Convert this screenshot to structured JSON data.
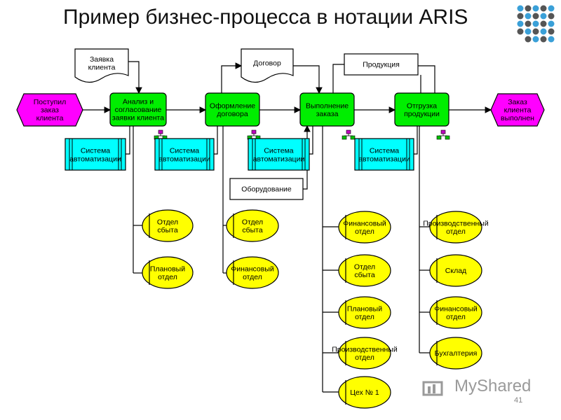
{
  "title": "Пример бизнес-процесса в нотации ARIS",
  "page_number": "41",
  "watermark": "MyShared",
  "colors": {
    "event": "#ff00ff",
    "function": "#00ee00",
    "system": "#00ffff",
    "org_unit": "#ffff00",
    "document": "#ffffff",
    "logo_blue": "#3aa0d8",
    "logo_gray": "#555555"
  },
  "events": [
    {
      "id": "ev-start",
      "lines": [
        "Поступил",
        "заказ",
        "клиента"
      ]
    },
    {
      "id": "ev-end",
      "lines": [
        "Заказ",
        "клиента",
        "выполнен"
      ]
    }
  ],
  "functions": [
    {
      "id": "fn-analysis",
      "lines": [
        "Анализ и",
        "согласование",
        "заявки клиента"
      ]
    },
    {
      "id": "fn-contract",
      "lines": [
        "Оформление",
        "договора"
      ]
    },
    {
      "id": "fn-execute",
      "lines": [
        "Выполнение",
        "заказа"
      ]
    },
    {
      "id": "fn-ship",
      "lines": [
        "Отгрузка",
        "продукции"
      ]
    }
  ],
  "documents": [
    {
      "id": "doc-request",
      "lines": [
        "Заявка",
        "клиента"
      ]
    },
    {
      "id": "doc-contract",
      "lines": [
        "Договор"
      ]
    },
    {
      "id": "doc-product",
      "lines": [
        "Продукция"
      ]
    },
    {
      "id": "doc-equipment",
      "lines": [
        "Оборудование"
      ]
    }
  ],
  "systems": [
    {
      "id": "sys-1",
      "lines": [
        "Система",
        "автоматизации"
      ]
    },
    {
      "id": "sys-2",
      "lines": [
        "Система",
        "автоматизации"
      ]
    },
    {
      "id": "sys-3",
      "lines": [
        "Система",
        "автоматизации"
      ]
    },
    {
      "id": "sys-4",
      "lines": [
        "Система",
        "автоматизации"
      ]
    }
  ],
  "org_units": [
    {
      "id": "org-a1",
      "lines": [
        "Отдел",
        "сбыта"
      ]
    },
    {
      "id": "org-a2",
      "lines": [
        "Плановый",
        "отдел"
      ]
    },
    {
      "id": "org-b1",
      "lines": [
        "Отдел",
        "сбыта"
      ]
    },
    {
      "id": "org-b2",
      "lines": [
        "Финансовый",
        "отдел"
      ]
    },
    {
      "id": "org-c1",
      "lines": [
        "Финансовый",
        "отдел"
      ]
    },
    {
      "id": "org-c2",
      "lines": [
        "Отдел",
        "сбыта"
      ]
    },
    {
      "id": "org-c3",
      "lines": [
        "Плановый",
        "отдел"
      ]
    },
    {
      "id": "org-c4",
      "lines": [
        "Производственный",
        "отдел"
      ]
    },
    {
      "id": "org-c5",
      "lines": [
        "Цех № 1"
      ]
    },
    {
      "id": "org-d1",
      "lines": [
        "Производственный",
        "отдел"
      ]
    },
    {
      "id": "org-d2",
      "lines": [
        "Склад"
      ]
    },
    {
      "id": "org-d3",
      "lines": [
        "Финансовый",
        "отдел"
      ]
    },
    {
      "id": "org-d4",
      "lines": [
        "Бухгалтерия"
      ]
    }
  ]
}
